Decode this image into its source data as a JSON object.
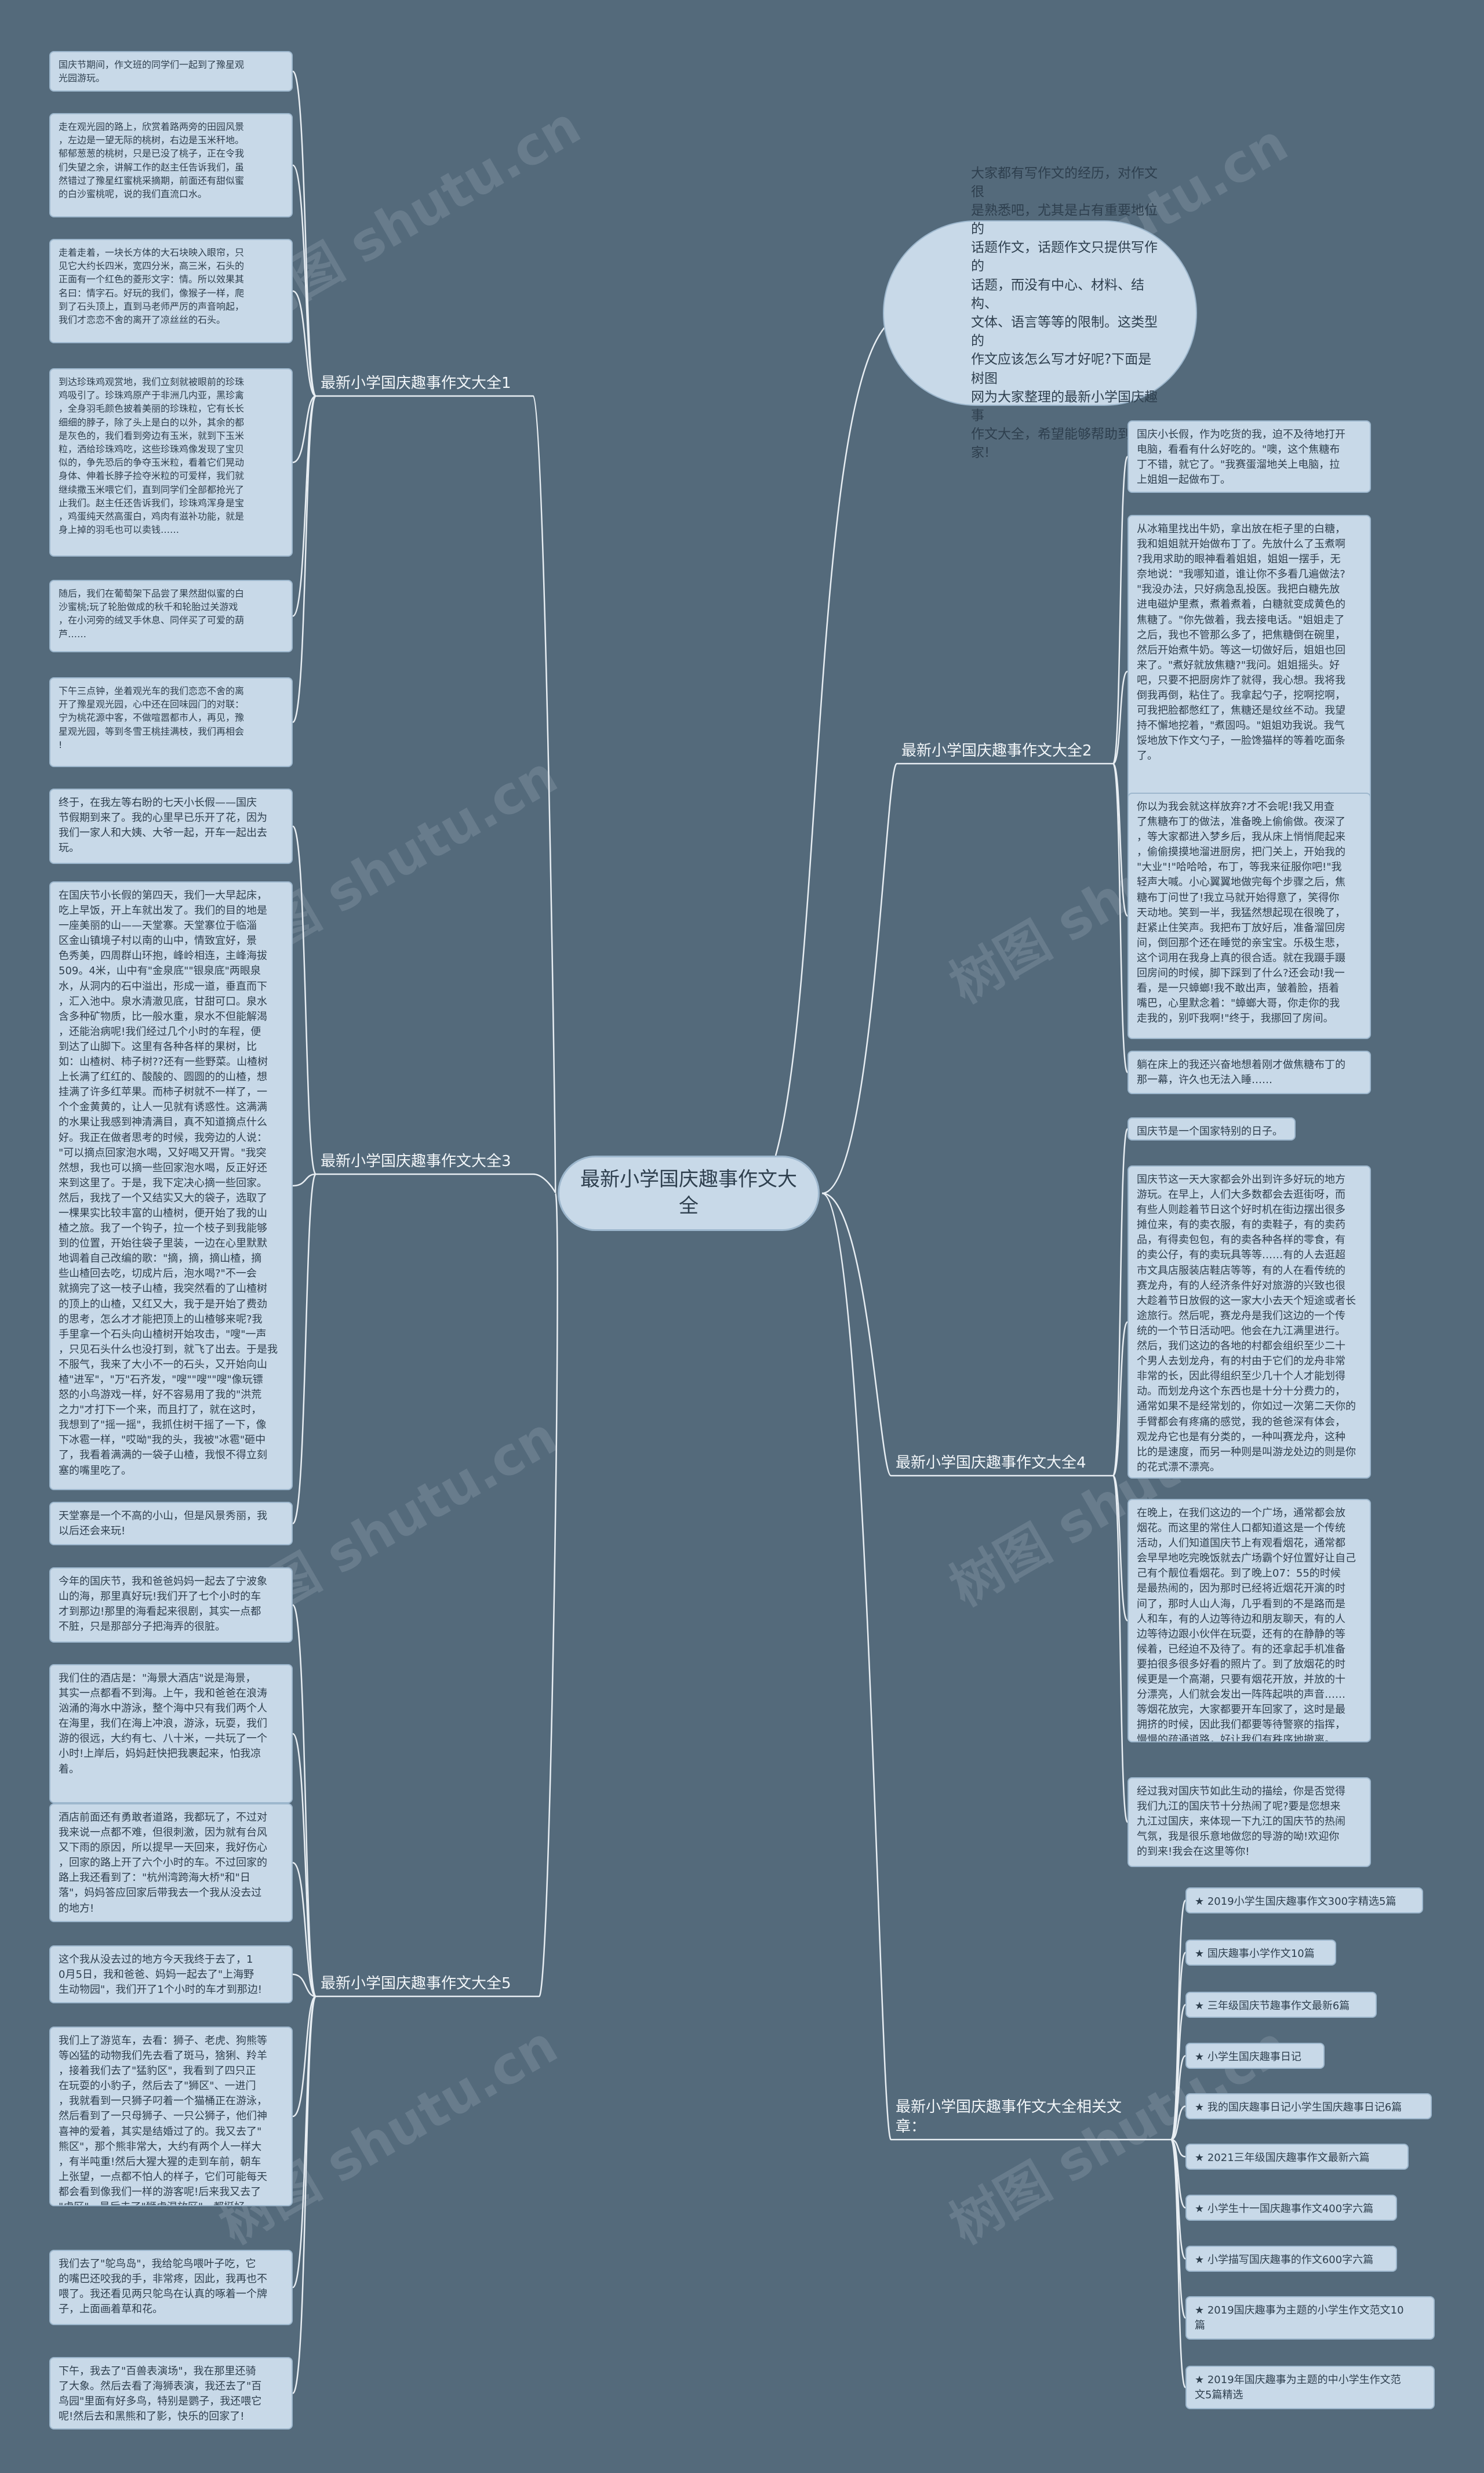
{
  "center_title": "最新小学国庆趣事作文大\n全",
  "intro_text": "大家都有写作文的经历，对作文很\n是熟悉吧，尤其是占有重要地位的\n话题作文，话题作文只提供写作的\n话题，而没有中心、材料、结构、\n文体、语言等等的限制。这类型的\n作文应该怎么写才好呢?下面是树图\n网为大家整理的最新小学国庆趣事\n作文大全，希望能够帮助到大家!",
  "watermark_text": "树图 shutu.cn",
  "branches": [
    {
      "label": "最新小学国庆趣事作文大全1",
      "leaves": [
        "国庆节期间，作文班的同学们一起到了豫星观\n光园游玩。",
        "走在观光园的路上，欣赏着路两旁的田园风景\n，左边是一望无际的桃树，右边是玉米秆地。\n郁郁葱葱的桃树，只是已没了桃子，正在令我\n们失望之余，讲解工作的赵主任告诉我们，虽\n然错过了豫星红蜜桃采摘期，前面还有甜似蜜\n的白沙蜜桃呢，说的我们直流口水。",
        "走着走着，一块长方体的大石块映入眼帘，只\n见它大约长四米，宽四分米，高三米，石头的\n正面有一个红色的菱形文字：情。所以效果其\n名曰：情字石。好玩的我们，像猴子一样，爬\n到了石头顶上，直到马老师严厉的声音响起，\n我们才恋恋不舍的离开了凉丝丝的石头。",
        "到达珍珠鸡观赏地，我们立刻就被眼前的珍珠\n鸡吸引了。珍珠鸡原产于非洲几内亚，黑珍禽\n，全身羽毛颜色披着美丽的珍珠粒，它有长长\n细细的脖子，除了头上是白的以外，其余的都\n是灰色的，我们看到旁边有玉米，就到下玉米\n粒，洒给珍珠鸡吃，这些珍珠鸡像发现了宝贝\n似的，争先恐后的争夺玉米粒，看着它们晃动\n身体、伸着长脖子捡夺米粒的可爱样，我们就\n继续撒玉米喂它们，直到同学们全部都抢光了\n止我们。赵主任还告诉我们，珍珠鸡浑身是宝\n，鸡蛋纯天然高蛋白，鸡肉有滋补功能，就是\n身上掉的羽毛也可以卖钱……",
        "随后，我们在葡萄架下品尝了果然甜似蜜的白\n沙蜜桃;玩了轮胎做成的秋千和轮胎过关游戏\n，在小河旁的绒叉手休息、同伴买了可爱的葫\n芦……",
        "下午三点钟，坐着观光车的我们恋恋不舍的离\n开了豫星观光园，心中还在回味园门的对联：\n宁为桃花源中客，不做喧嚣都市人，再见，豫\n星观光园，等到冬雪王桃挂满枝，我们再相会\n!"
      ]
    },
    {
      "label": "最新小学国庆趣事作文大全2",
      "leaves": [
        "国庆小长假，作为吃货的我，迫不及待地打开\n电脑，看看有什么好吃的。\"噢，这个焦糖布\n丁不错，就它了。\"我赛蛋溜地关上电脑，拉\n上姐姐一起做布丁。",
        "从冰箱里找出牛奶，拿出放在柜子里的白糖，\n我和姐姐就开始做布丁了。先放什么了玉煮啊\n?我用求助的眼神看着姐姐，姐姐一摆手，无\n奈地说：\"我哪知道，谁让你不多看几遍做法?\n\"我没办法，只好病急乱投医。我把白糖先放\n进电磁炉里煮，煮着煮着，白糖就变成黄色的\n焦糖了。\"你先做着，我去接电话。\"姐姐走了\n之后，我也不管那么多了，把焦糖倒在碗里，\n然后开始煮牛奶。等这一切做好后，姐姐也回\n来了。\"煮好就放焦糖?\"我问。姐姐摇头。好\n吧，只要不把厨房炸了就得，我心想。我将我\n倒我再倒，粘住了。我拿起勺子，挖啊挖啊，\n可我把脸都憋红了，焦糖还是纹丝不动。我望\n持不懈地挖着，\"煮固吗。\"姐姐劝我说。我气\n馁地放下作文勺子，一脸馋猫样的等着吃面条\n了。",
        "你以为我会就这样放弃?才不会呢!我又用查\n了焦糖布丁的做法，准备晚上偷偷做。夜深了\n，等大家都进入梦乡后，我从床上悄悄爬起来\n，偷偷摸摸地溜进厨房，把门关上，开始我的\n\"大业\"!\"哈哈哈，布丁，等我来征服你吧!\"我\n轻声大喊。小心翼翼地做完每个步骤之后，焦\n糖布丁问世了!我立马就开始得意了，笑得你\n天动地。笑到一半，我猛然想起现在很晚了，\n赶紧止住笑声。我把布丁放好后，准备溜回房\n间，倒回那个还在睡觉的亲宝宝。乐极生悲，\n这个词用在我身上真的很合适。就在我蹑手蹑\n回房间的时候，脚下踩到了什么?还会动!我一\n看，是一只蟑螂!我不敢出声，皱着脸，捂着\n嘴巴，心里默念着：\"蟑螂大哥，你走你的我\n走我的，别吓我啊!\"终于，我挪回了房间。",
        "躺在床上的我还兴奋地想着刚才做焦糖布丁的\n那一幕，许久也无法入睡……"
      ]
    },
    {
      "label": "最新小学国庆趣事作文大全3",
      "leaves": [
        "终于，在我左等右盼的七天小长假——国庆\n节假期到来了。我的心里早已乐开了花，因为\n我们一家人和大姨、大爷一起，开车一起出去\n玩。",
        "在国庆节小长假的第四天，我们一大早起床，\n吃上早饭，开上车就出发了。我们的目的地是\n一座美丽的山——天堂寨。天堂寨位于临淄\n区金山镇境子村以南的山中，情致宜好，景\n色秀美，四周群山环抱，峰岭相连，主峰海拔\n509。4米，山中有\"金泉底\"\"银泉底\"两眼泉\n水，从洞内的石中溢出，形成一道，垂直而下\n，汇入池中。泉水清澈见底，甘甜可口。泉水\n含多种矿物质，比一般水重，泉水不但能解渴\n，还能治病呢!我们经过几个小时的车程，便\n到达了山脚下。这里有各种各样的果树，比\n如：山楂树、柿子树??还有一些野菜。山楂树\n上长满了红红的、酸酸的、圆圆的的山楂，想\n挂满了许多红苹果。而柿子树就不一样了，一\n个个金黄黄的，让人一见就有诱惑性。这满满\n的水果让我感到神清满目，真不知道摘点什么\n好。我正在做者思考的时候，我旁边的人说：\n\"可以摘点回家泡水喝，又好喝又开胃。\"我突\n然想，我也可以摘一些回家泡水喝，反正好还\n来到这里了。于是，我下定决心摘一些回家。\n然后，我找了一个又结实又大的袋子，选取了\n一棵果实比较丰富的山楂树，便开始了我的山\n楂之旅。我了一个钩子，拉一个枝子到我能够\n到的位置，开始往袋子里装，一边在心里默默\n地调着自己改编的歌：\"摘，摘，摘山楂，摘\n些山楂回去吃，切成片后，泡水喝?\"不一会\n就摘完了这一枝子山楂，我突然看的了山楂树\n的顶上的山楂，又红又大，我于是开始了费劲\n的思考，怎么才才能把顶上的山楂够来呢?我\n手里拿一个石头向山楂树开始攻击，\"嗖\"一声\n，只见石头什么也没打到，就飞了出去。于是我\n不服气，我来了大小不一的石头，又开始向山\n楂\"进军\"，\"万\"石齐发，\"嗖\"\"嗖\"\"嗖\"像玩镖\n怒的小鸟游戏一样，好不容易用了我的\"洪荒\n之力\"才打下一个来，而且打了，就在这时，\n我想到了\"摇一摇\"，我抓住树干摇了一下，像\n下冰雹一样，\"哎呦\"我的头，我被\"冰雹\"砸中\n了，我看着满满的一袋子山楂，我恨不得立刻\n塞的嘴里吃了。",
        "天堂寨是一个不高的小山，但是风景秀丽，我\n以后还会来玩!"
      ]
    },
    {
      "label": "最新小学国庆趣事作文大全4",
      "leaves": [
        "国庆节是一个国家特别的日子。",
        "国庆节这一天大家都会外出到许多好玩的地方\n游玩。在早上，人们大多数都会去逛街呀，而\n有些人则趁着节日这个好时机在街边摆出很多\n摊位来，有的卖衣服，有的卖鞋子，有的卖药\n品，有得卖包包，有的卖各种各样的零食，有\n的卖公仔，有的卖玩具等等……有的人去逛超\n市文具店服装店鞋店等等，有的人在看传统的\n赛龙舟，有的人经济条件好对旅游的兴致也很\n大趁着节日放假的这一家大小去天个短途或者长\n途旅行。然后呢，赛龙舟是我们这边的一个传\n统的一个节日活动吧。他会在九江满里进行。\n然后，我们这边的各地的村都会组织至少二十\n个男人去划龙舟，有的村由于它们的龙舟非常\n非常的长，因此得组织至少几十个人才能划得\n动。而划龙舟这个东西也是十分十分费力的，\n通常如果不是经常划的，你如过一次第二天你的\n手臂都会有疼痛的感觉，我的爸爸深有体会，\n观龙舟它也是有分类的，一种叫赛龙舟，这种\n比的是速度，而另一种则是叫游龙处边的则是你\n的花式漂不漂亮。",
        "在晚上，在我们这边的一个广场，通常都会放\n烟花。而这里的常住人口都知道这是一个传统\n活动，人们知道国庆节上有观看烟花，通常都\n会早早地吃完晚饭就去广场霸个好位置好让自己\n己有个靓位看烟花。到了晚上07：55的时候\n是最热闹的，因为那时已经将近烟花开演的时\n间了，那时人山人海，几乎看到的不是路而是\n人和车，有的人边等待边和朋友聊天，有的人\n边等待边跟小伙伴在玩耍，还有的在静静的等\n候着，已经迫不及待了。有的还拿起手机准备\n要拍很多很多好看的照片了。到了放烟花的时\n候更是一个高潮，只要有烟花开放，并放的十\n分漂亮，人们就会发出一阵阵起哄的声音……\n等烟花放完，大家都要开车回家了，这时是最\n拥挤的时候，因此我们都要等待警察的指挥，\n慢慢的疏通道路，好让我们有秩序地撤离。",
        "经过我对国庆节如此生动的描绘，你是否觉得\n我们九江的国庆节十分热闹了呢?要是您想来\n九江过国庆，来体现一下九江的国庆节的热闹\n气氛，我是很乐意地做您的导游的呦!欢迎你\n的到来!我会在这里等你!"
      ]
    },
    {
      "label": "最新小学国庆趣事作文大全5",
      "leaves": [
        "今年的国庆节，我和爸爸妈妈一起去了宁波象\n山的海，那里真好玩!我们开了七个小时的车\n才到那边!那里的海看起来很剧，其实一点都\n不脏，只是那部分子把海弄的很脏。",
        "我们住的酒店是：\"海景大酒店\"说是海景，\n其实一点都看不到海。上午，我和爸爸在浪涛\n汹涌的海水中游泳，整个海中只有我们两个人\n在海里，我们在海上冲浪，游泳，玩耍，我们\n游的很远，大约有七、八十米，一共玩了一个\n小时!上岸后，妈妈赶快把我裹起来，怕我凉\n着。",
        "酒店前面还有勇敢者道路，我都玩了，不过对\n我来说一点都不难，但很刺激，因为就有台风\n又下雨的原因，所以提早一天回来，我好伤心\n，回家的路上开了六个小时的车。不过回家的\n路上我还看到了：\"杭州湾跨海大桥\"和\"日\n落\"，妈妈答应回家后带我去一个我从没去过\n的地方!",
        "这个我从没去过的地方今天我终于去了，1\n0月5日，我和爸爸、妈妈一起去了\"上海野\n生动物园\"，我们开了1个小时的车才到那边!",
        "我们上了游览车，去看：狮子、老虎、狗熊等\n等凶猛的动物我们先去看了斑马，猞猁、羚羊\n，接着我们去了\"猛豹区\"，我看到了四只正\n在玩耍的小豹子，然后去了\"狮区\"、一进门\n，我就看到一只狮子叼着一个猫桶正在游泳，\n然后看到了一只母狮子、一只公狮子，他们神\n喜神的爱着，其实是结婚过了的。我又去了\"\n熊区\"，那个熊非常大，大约有两个人一样大\n，有半吨重!然后大猩大猩的走到车前，朝车\n上张望，一点都不怕人的样子，它们可能每天\n都会看到像我们一样的游客呢!后来我又去了\n\"虎区\"，最后去了\"狮虎混放区\"，都挺好\n玩的，不过下面更好玩!",
        "我们去了\"鸵鸟岛\"，我给鸵鸟喂叶子吃，它\n的嘴巴还咬我的手，非常疼，因此，我再也不\n喂了。我还看见两只鸵鸟在认真的啄着一个牌\n子，上面画着草和花。",
        "下午，我去了\"百兽表演场\"，我在那里还骑\n了大象。然后去看了海狮表演，我还去了\"百\n鸟园\"里面有好多鸟，特别是鹦子，我还喂它\n呢!然后去和黑熊和了影，快乐的回家了!"
      ]
    },
    {
      "label": "最新小学国庆趣事作文大全相关文\n章：",
      "leaves": [
        "★ 2019小学生国庆趣事作文300字精选5篇",
        "★ 国庆趣事小学作文10篇",
        "★ 三年级国庆节趣事作文最新6篇",
        "★ 小学生国庆趣事日记",
        "★ 我的国庆趣事日记小学生国庆趣事日记6篇",
        "★ 2021三年级国庆趣事作文最新六篇",
        "★ 小学生十一国庆趣事作文400字六篇",
        "★ 小学描写国庆趣事的作文600字六篇",
        "★ 2019国庆趣事为主题的小学生作文范文10\n篇",
        "★ 2019年国庆趣事为主题的中小学生作文范\n文5篇精选"
      ]
    }
  ]
}
